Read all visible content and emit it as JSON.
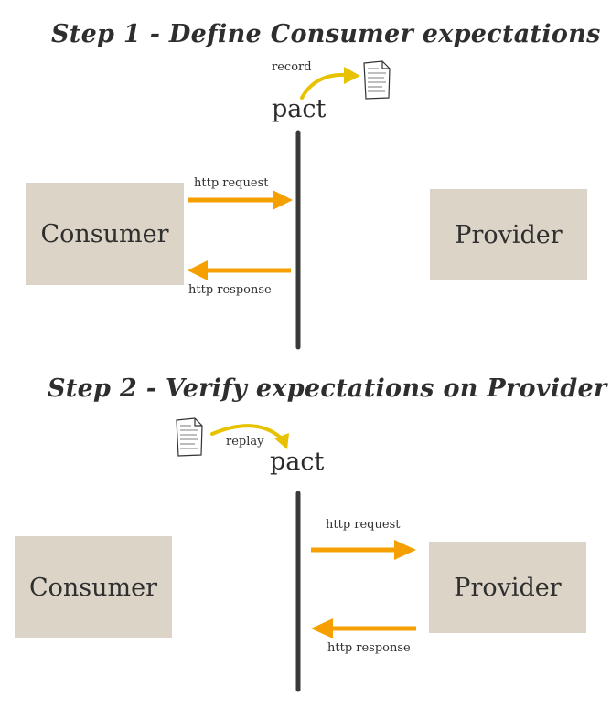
{
  "step1": {
    "title": "Step 1 - Define Consumer expectations",
    "pact_label": "pact",
    "record_label": "record",
    "consumer_label": "Consumer",
    "provider_label": "Provider",
    "request_label": "http request",
    "response_label": "http response"
  },
  "step2": {
    "title": "Step 2 - Verify expectations on Provider",
    "pact_label": "pact",
    "replay_label": "replay",
    "consumer_label": "Consumer",
    "provider_label": "Provider",
    "request_label": "http request",
    "response_label": "http response"
  },
  "colors": {
    "arrow": "#f5a000",
    "curve": "#e6c200",
    "box": "#dcd4c7",
    "line": "#3a3a3a"
  },
  "icons": {
    "document": "document-icon"
  }
}
